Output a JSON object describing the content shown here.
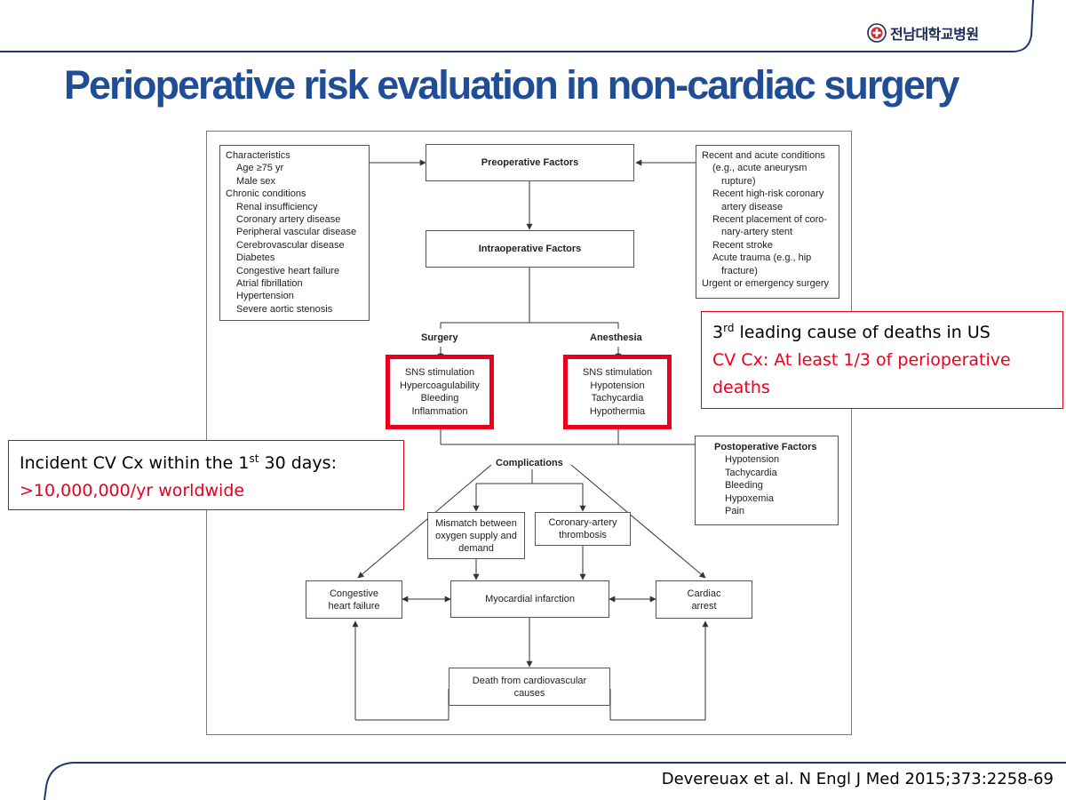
{
  "slide": {
    "title": "Perioperative risk evaluation in non-cardiac surgery",
    "logo_text": "전남대학교병원",
    "citation": "Devereuax et al. N Engl J Med 2015;373:2258-69"
  },
  "diagram": {
    "left_factors": [
      {
        "text": "Characteristics",
        "indent": 0
      },
      {
        "text": "Age ≥75 yr",
        "indent": 1
      },
      {
        "text": "Male sex",
        "indent": 1
      },
      {
        "text": "Chronic conditions",
        "indent": 0
      },
      {
        "text": "Renal insufficiency",
        "indent": 1
      },
      {
        "text": "Coronary artery disease",
        "indent": 1
      },
      {
        "text": "Peripheral vascular disease",
        "indent": 1
      },
      {
        "text": "Cerebrovascular disease",
        "indent": 1
      },
      {
        "text": "Diabetes",
        "indent": 1
      },
      {
        "text": "Congestive heart failure",
        "indent": 1
      },
      {
        "text": "Atrial fibrillation",
        "indent": 1
      },
      {
        "text": "Hypertension",
        "indent": 1
      },
      {
        "text": "Severe aortic stenosis",
        "indent": 1
      }
    ],
    "right_factors": [
      {
        "text": "Recent and acute conditions",
        "indent": 0
      },
      {
        "text": "(e.g., acute aneurysm",
        "indent": 1
      },
      {
        "text": "rupture)",
        "indent": 2
      },
      {
        "text": "Recent high-risk coronary",
        "indent": 1
      },
      {
        "text": "artery disease",
        "indent": 2
      },
      {
        "text": "Recent placement of coro-",
        "indent": 1
      },
      {
        "text": "nary-artery stent",
        "indent": 2
      },
      {
        "text": "Recent stroke",
        "indent": 1
      },
      {
        "text": "Acute trauma (e.g., hip",
        "indent": 1
      },
      {
        "text": "fracture)",
        "indent": 2
      },
      {
        "text": "Urgent or emergency surgery",
        "indent": 0
      }
    ],
    "preoperative": "Preoperative Factors",
    "intraoperative": "Intraoperative Factors",
    "surgery_label": "Surgery",
    "anesthesia_label": "Anesthesia",
    "surgery_items": [
      "SNS stimulation",
      "Hypercoagulability",
      "Bleeding",
      "Inflammation"
    ],
    "anesthesia_items": [
      "SNS stimulation",
      "Hypotension",
      "Tachycardia",
      "Hypothermia"
    ],
    "postoperative_title": "Postoperative Factors",
    "postoperative_items": [
      "Hypotension",
      "Tachycardia",
      "Bleeding",
      "Hypoxemia",
      "Pain"
    ],
    "complications": "Complications",
    "mismatch": "Mismatch between oxygen supply and demand",
    "thrombosis": "Coronary-artery thrombosis",
    "chf": "Congestive heart failure",
    "mi": "Myocardial infarction",
    "arrest": "Cardiac arrest",
    "death": "Death from cardiovascular causes"
  },
  "callouts": {
    "left": {
      "line1_prefix": "Incident CV Cx within the 1",
      "line1_sup": "st",
      "line1_suffix": " 30 days:",
      "line2": ">10,000,000/yr worldwide"
    },
    "right": {
      "line1_prefix": "3",
      "line1_sup": "rd",
      "line1_suffix": " leading cause of deaths in US",
      "line2": "CV Cx: At least 1/3 of perioperative",
      "line3": "deaths"
    }
  },
  "colors": {
    "title_blue": "#1f4e96",
    "frame_navy": "#1e3a6e",
    "highlight_red": "#e8001c"
  }
}
